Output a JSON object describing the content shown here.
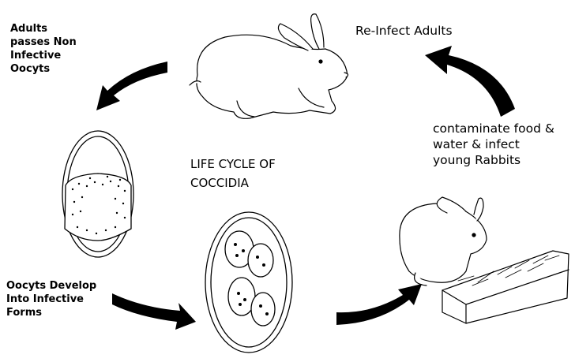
{
  "diagram": {
    "title": "LIFE CYCLE OF\nCOCCIDIA",
    "labels": {
      "adults_pass": "Adults\npasses Non\nInfective\nOocyts",
      "reinfect": "Re-Infect Adults",
      "contaminate": "contaminate food &\nwater & infect\nyoung Rabbits",
      "develop": "Oocyts Develop\nInto Infective\nForms"
    }
  }
}
